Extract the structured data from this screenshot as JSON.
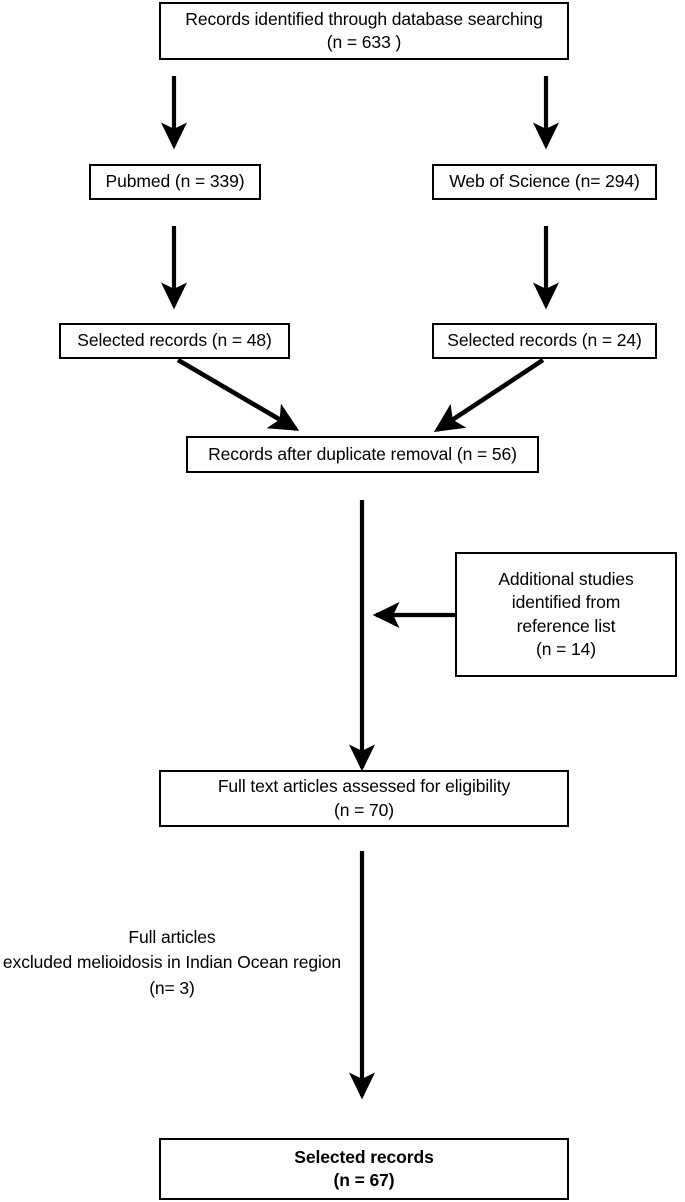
{
  "diagram": {
    "title": "PRISMA study selection flow diagram",
    "type": "flowchart",
    "background_color": "#ffffff",
    "stroke_color": "#000000",
    "nodes": {
      "records_identified": {
        "line1": "Records identified through database searching",
        "line2": "(n = 633 )"
      },
      "pubmed": {
        "line1": "Pubmed (n = 339)"
      },
      "web_of_science": {
        "line1": "Web of Science (n= 294)"
      },
      "selected_left": {
        "line1": "Selected records (n = 48)"
      },
      "selected_right": {
        "line1": "Selected records (n = 24)"
      },
      "after_duplicates": {
        "line1": "Records after duplicate removal (n = 56)"
      },
      "additional_studies": {
        "line1": "Additional studies",
        "line2": "identified from",
        "line3": "reference list",
        "line4": "(n = 14)"
      },
      "full_text_assessed": {
        "line1": "Full text articles assessed for eligibility",
        "line2": "(n = 70)"
      },
      "excluded_note": {
        "line1": "Full articles",
        "line2": "excluded melioidosis in Indian Ocean region",
        "line3": "(n= 3)"
      },
      "final_selected": {
        "line1": "Selected records",
        "line2": "(n = 67)"
      }
    },
    "counts": {
      "database_records": 633,
      "pubmed": 339,
      "web_of_science": 294,
      "selected_pubmed": 48,
      "selected_wos": 24,
      "after_duplicate_removal": 56,
      "additional_from_references": 14,
      "full_text_assessed": 70,
      "full_text_excluded": 3,
      "final_included": 67
    }
  }
}
